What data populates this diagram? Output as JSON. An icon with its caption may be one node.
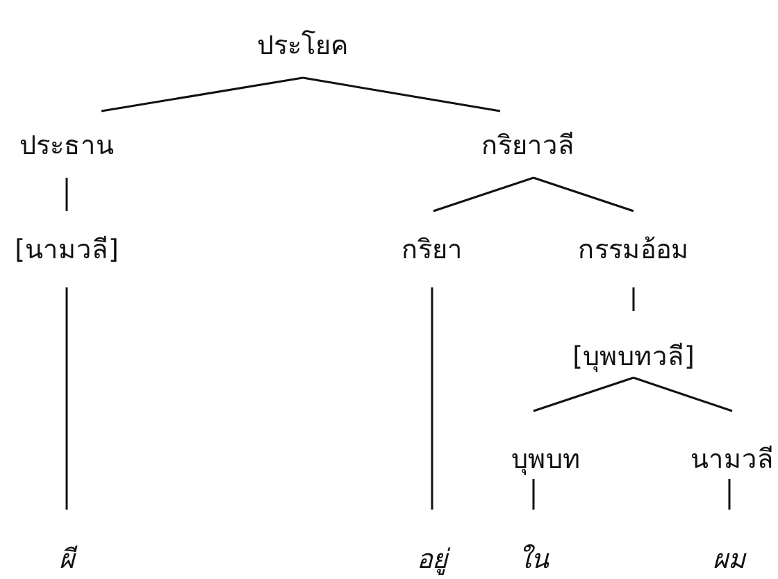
{
  "diagram": {
    "nodes": [
      {
        "text": [
          "ประโยค"
        ]
      },
      {
        "text": [
          "ประธาน"
        ]
      },
      {
        "text": [
          "กริยาวลี"
        ]
      },
      {
        "text": [
          "[นามวลี]"
        ]
      },
      {
        "text": [
          "กริยา"
        ]
      },
      {
        "text": [
          "กรรมอ้อม"
        ]
      },
      {
        "text": [
          "[บุพบทวลี]"
        ]
      },
      {
        "text": [
          "บุพบท"
        ]
      },
      {
        "text": [
          "นามวลี"
        ]
      },
      {
        "text": [
          "ผี"
        ]
      },
      {
        "text": [
          "อยู่"
        ]
      },
      {
        "text": [
          "ใน"
        ]
      },
      {
        "text": [
          "ผม"
        ]
      }
    ],
    "edges": [
      {
        "from": 0,
        "to": 1,
        "arrow": "none"
      },
      {
        "from": 0,
        "to": 2,
        "arrow": "none"
      },
      {
        "from": 1,
        "to": 3,
        "arrow": "none"
      },
      {
        "from": 2,
        "to": 4,
        "arrow": "none"
      },
      {
        "from": 2,
        "to": 5,
        "arrow": "none"
      },
      {
        "from": 3,
        "to": 9,
        "arrow": "none"
      },
      {
        "from": 4,
        "to": 10,
        "arrow": "none"
      },
      {
        "from": 5,
        "to": 6,
        "arrow": "none"
      },
      {
        "from": 6,
        "to": 7,
        "arrow": "none"
      },
      {
        "from": 6,
        "to": 8,
        "arrow": "none"
      },
      {
        "from": 7,
        "to": 11,
        "arrow": "none"
      },
      {
        "from": 8,
        "to": 12,
        "arrow": "none"
      }
    ]
  }
}
